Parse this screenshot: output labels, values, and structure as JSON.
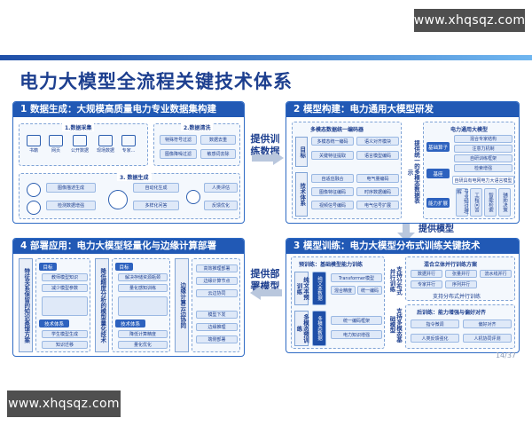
{
  "watermark_top": "www.xhqsqz.com",
  "watermark_bottom": "www.xhqsqz.com",
  "slide": {
    "title": "电力大模型全流程关键技术体系",
    "page": "14/37"
  },
  "panel1": {
    "title": "1 数据生成：大规模高质量电力专业数据集构建",
    "sub1_title": "1.数据采集",
    "sub2_title": "2.数据清洗",
    "sub3_title": "3. 数据生成",
    "icons": [
      "书籍",
      "网页",
      "公开数据",
      "现场数据",
      "专家..."
    ],
    "clean_items": [
      "特殊符号过滤",
      "数据去重",
      "图像降噪过滤",
      "敏感词去除"
    ],
    "gen_items": [
      "图像描述生成",
      "检测数据增强",
      "自动化生成",
      "多样化问答",
      "人类评估",
      "反馈优化"
    ]
  },
  "panel2": {
    "title": "2 模型构建：电力通用大模型研发",
    "encoder_title": "多模态数据统一编码器",
    "side_labels": [
      "目标",
      "技术体系"
    ],
    "enc_items": [
      "多模态统一编码",
      "语义对齐模块",
      "关键特征提取",
      "语言模型编码",
      "自适应融合",
      "电气量编码",
      "图像特征编码",
      "时序数据编码",
      "视频信号编码",
      "电气信号扩展"
    ],
    "provide_label": "提供统一的多模态数据表示",
    "model_title": "电力通用大模型",
    "model_left": [
      "基础算子",
      "基座",
      "能力扩展"
    ],
    "model_right": [
      "混合专家结构",
      "注意力机制",
      "自研训练框架",
      "检索增强"
    ],
    "model_band": "自研具有电网电力大语言模型",
    "model_caps": [
      "专业知识理解",
      "工程问答",
      "智能检索",
      "辅助决策"
    ]
  },
  "panel3": {
    "title": "3 模型训练：电力大模型分布式训练关键技术",
    "pretrain_title": "预训练：基础模型能力训练",
    "left_labels": [
      "纯文本预训练",
      "多模态预训练"
    ],
    "text_box": "纯文本数据",
    "mm_box": "多模态数据",
    "transformer": "Transformer模型",
    "mid_items": [
      "混合精度",
      "统一编码",
      "统一编码框架",
      "电力知识增强"
    ],
    "conn_labels": [
      "支持分布式并行训练",
      "支持多模态基础模型"
    ],
    "parallel_title": "混合立体并行训练方案",
    "parallel_items": [
      "数据并行",
      "张量并行",
      "流水线并行",
      "专家并行",
      "序列并行"
    ],
    "parallel_bottom": "支持分布式并行训练",
    "post_title": "后训练：能力增强与偏好对齐",
    "post_items": [
      "指令微调",
      "偏好对齐",
      "人类反馈强化",
      "人机协同评测"
    ]
  },
  "panel4": {
    "title": "4 部署应用：电力大模型轻量化与边缘计算部署",
    "col1_label": "特征关系保留的知识蒸馏方案",
    "col2_label": "降低精度分析的模型量化技术",
    "col3_label": "边缘计算云边协同",
    "side_tag": "目标",
    "tech_tag": "技术体系",
    "col1_items": [
      "教师模型知识",
      "减少模型参数",
      "学生模型生成",
      "知识迁移"
    ],
    "col2_items": [
      "解决存储资源瓶颈",
      "量化感知训练",
      "降低计算精度",
      "量化优化"
    ],
    "col3_items": [
      "高效推理部署",
      "边缘计算节点",
      "云边协同",
      "模型下发",
      "边缘推理",
      "端侧部署"
    ]
  },
  "flows": {
    "top_arrow_label": "提供训练数据",
    "right_arrow_label": "提供模型",
    "bottom_arrow_label": "提供部署模型"
  }
}
